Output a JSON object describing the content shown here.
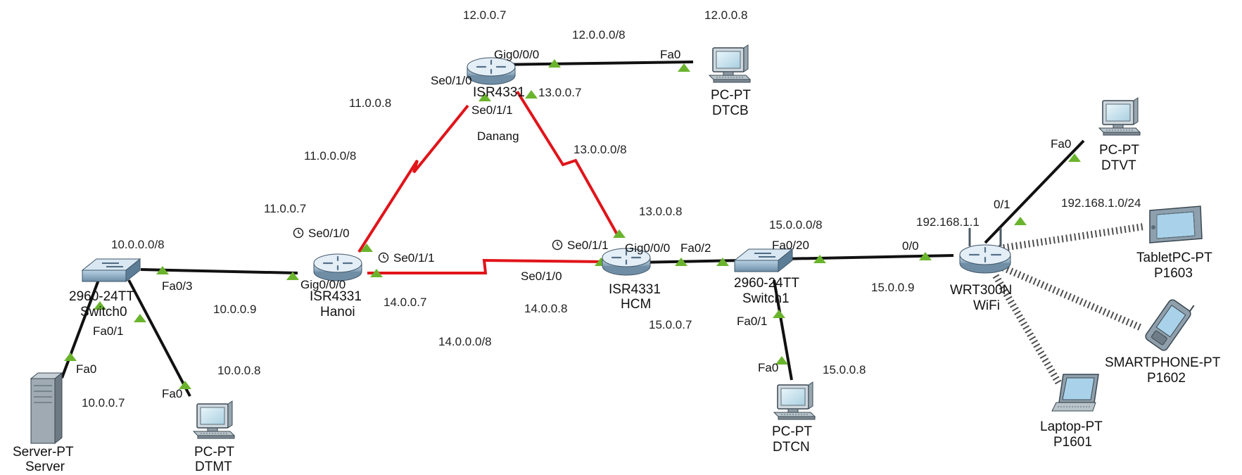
{
  "devices": {
    "danang": {
      "model": "ISR4331",
      "name": "Danang"
    },
    "hanoi": {
      "model": "ISR4331",
      "name": "Hanoi"
    },
    "hcm": {
      "model": "ISR4331",
      "name": "HCM"
    },
    "switch0": {
      "model": "2960-24TT",
      "name": "Switch0"
    },
    "switch1": {
      "model": "2960-24TT",
      "name": "Switch1"
    },
    "wifi": {
      "model": "WRT300N",
      "name": "WiFi"
    },
    "server": {
      "model": "Server-PT",
      "name": "Server"
    },
    "dtmt": {
      "model": "PC-PT",
      "name": "DTMT"
    },
    "dtcb": {
      "model": "PC-PT",
      "name": "DTCB"
    },
    "dtcn": {
      "model": "PC-PT",
      "name": "DTCN"
    },
    "dtvt": {
      "model": "PC-PT",
      "name": "DTVT"
    },
    "p1603": {
      "model": "TabletPC-PT",
      "name": "P1603"
    },
    "p1602": {
      "model": "SMARTPHONE-PT",
      "name": "P1602"
    },
    "p1601": {
      "model": "Laptop-PT",
      "name": "P1601"
    }
  },
  "ports": {
    "danang_gig": "Gig0/0/0",
    "danang_se10": "Se0/1/0",
    "danang_se11": "Se0/1/1",
    "dtcb_fa0": "Fa0",
    "hanoi_se10": "Se0/1/0",
    "hanoi_se11": "Se0/1/1",
    "hanoi_gig": "Gig0/0/0",
    "hcm_se11": "Se0/1/1",
    "hcm_se10": "Se0/1/0",
    "hcm_gig": "Gig0/0/0",
    "sw1_fa02": "Fa0/2",
    "sw1_fa020": "Fa0/20",
    "sw1_fa01": "Fa0/1",
    "dtcn_fa0": "Fa0",
    "wifi_00": "0/0",
    "wifi_01": "0/1",
    "dtvt_fa0": "Fa0",
    "sw0_fa03": "Fa0/3",
    "sw0_fa01": "Fa0/1",
    "server_fa0": "Fa0",
    "dtmt_fa0": "Fa0"
  },
  "notes": {
    "danang_ip12": "12.0.0.7",
    "dtcb_ip": "12.0.0.8",
    "net12": "12.0.0.0/8",
    "danang_ip11": "11.0.0.8",
    "net11": "11.0.0.0/8",
    "hanoi_ip11": "11.0.0.7",
    "danang_ip13": "13.0.0.7",
    "net13": "13.0.0.0/8",
    "hcm_ip13": "13.0.0.8",
    "net10": "10.0.0.0/8",
    "hanoi_ip10": "10.0.0.9",
    "dtmt_ip": "10.0.0.8",
    "server_ip": "10.0.0.7",
    "hanoi_ip14": "14.0.0.7",
    "hcm_ip14": "14.0.0.8",
    "net14": "14.0.0.0/8",
    "net15": "15.0.0.0/8",
    "hcm_ip15": "15.0.0.7",
    "wifi_ip15": "15.0.0.9",
    "dtcn_ip": "15.0.0.8",
    "wifi_ip": "192.168.1.1",
    "wifi_net": "192.168.1.0/24"
  },
  "colors": {
    "ethernet": "#111111",
    "serial": "#e0141a",
    "wireless": "#555555",
    "link_up": "#6ab42d"
  },
  "icons": {
    "router": "router-icon",
    "switch": "switch-icon",
    "pc": "pc-icon",
    "server": "server-icon",
    "wireless_router": "wireless-router-icon",
    "tablet": "tablet-icon",
    "smartphone": "smartphone-icon",
    "laptop": "laptop-icon"
  }
}
